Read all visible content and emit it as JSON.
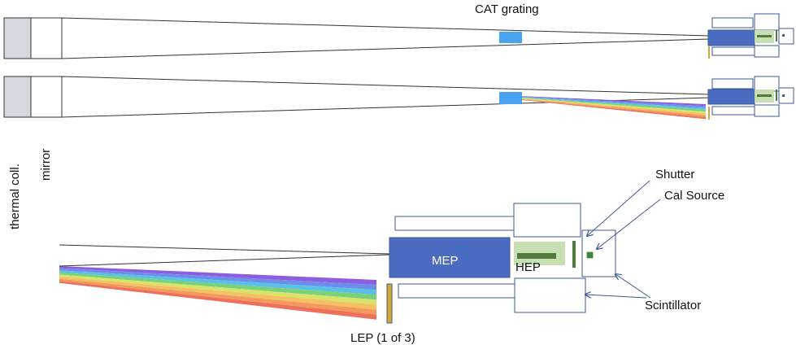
{
  "labels": {
    "cat_grating": "CAT grating",
    "thermal_coll": "thermal coll.",
    "mirror": "mirror",
    "mep": "MEP",
    "hep": "HEP",
    "lep": "LEP (1 of 3)",
    "shutter": "Shutter",
    "cal_source": "Cal Source",
    "scintillator": "Scintillator"
  },
  "colors": {
    "outline": "#3e5a97",
    "mep_fill": "#4a6cc0",
    "thermal_fill": "#d4d8e0",
    "grating_fill": "#4aa3f0",
    "hep_bg": "#c8dfb4",
    "hep_bar": "#527a3c",
    "lep_bar": "#d6a532",
    "rainbow": [
      "#8c5de0",
      "#6c8de8",
      "#5bc0e6",
      "#79d277",
      "#d7e36a",
      "#f4c062",
      "#f29a5d",
      "#ee705a"
    ]
  }
}
